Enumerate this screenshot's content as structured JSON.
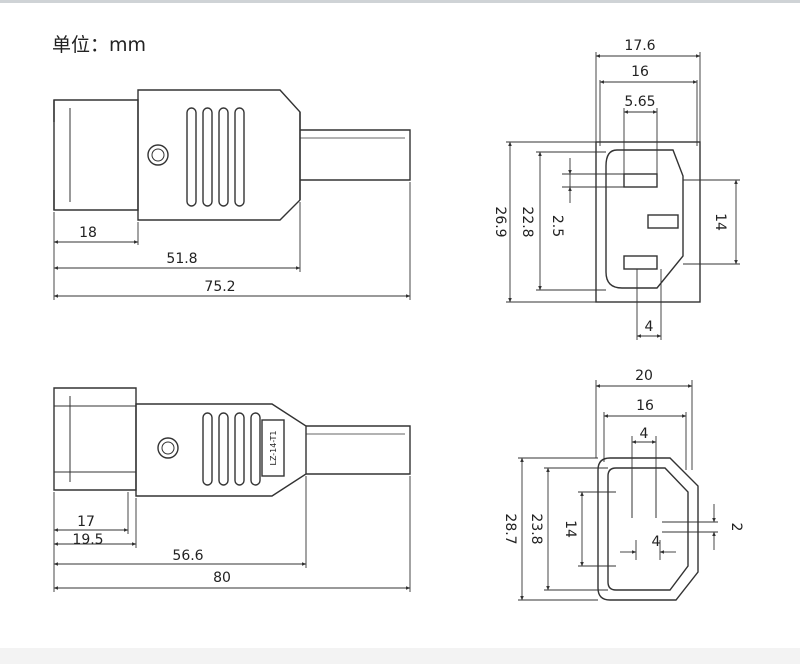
{
  "unit_label": "单位：mm",
  "part_marking": "LZ-14-T1",
  "dims": {
    "top_left": {
      "d18": "18",
      "d51_8": "51.8",
      "d75_2": "75.2"
    },
    "top_right": {
      "d17_6": "17.6",
      "d16": "16",
      "d5_65": "5.65",
      "d26_9": "26.9",
      "d22_8": "22.8",
      "d2_5": "2.5",
      "d14": "14",
      "d4": "4"
    },
    "bottom_left": {
      "d17": "17",
      "d19_5": "19.5",
      "d56_6": "56.6",
      "d80": "80"
    },
    "bottom_right": {
      "d20": "20",
      "d16": "16",
      "d4_top": "4",
      "d28_7": "28.7",
      "d23_8": "23.8",
      "d14": "14",
      "d4_bottom": "4",
      "d2": "2"
    }
  }
}
